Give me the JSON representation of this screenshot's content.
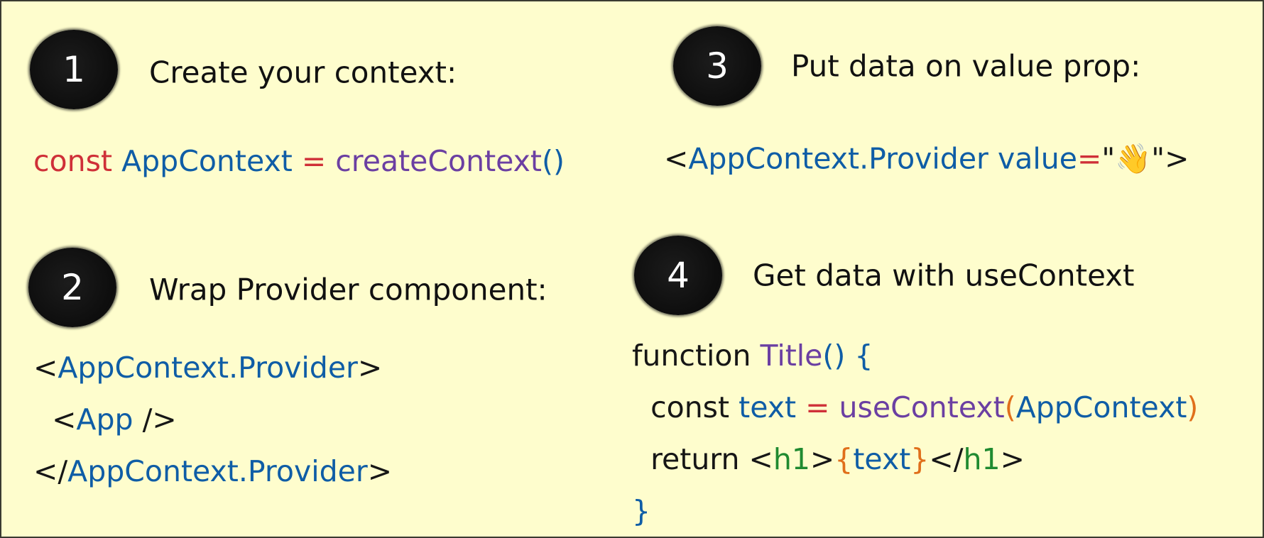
{
  "colors": {
    "red": "#cf3038",
    "blue": "#0f5da6",
    "purple": "#6b3fa2",
    "green": "#1f8a30",
    "orange": "#e06f1b",
    "black": "#161616"
  },
  "steps": [
    {
      "number": "1",
      "title": "Create your context:",
      "code": [
        [
          [
            "const ",
            "red"
          ],
          [
            "AppContext ",
            "blue"
          ],
          [
            "= ",
            "red"
          ],
          [
            "createContext",
            "purple"
          ],
          [
            "()",
            "blue"
          ]
        ]
      ]
    },
    {
      "number": "2",
      "title": "Wrap Provider component:",
      "code": [
        [
          [
            "<",
            "black"
          ],
          [
            "AppContext.Provider",
            "blue"
          ],
          [
            ">",
            "black"
          ]
        ],
        [
          [
            "  <",
            "black"
          ],
          [
            "App ",
            "blue"
          ],
          [
            "/>",
            "black"
          ]
        ],
        [
          [
            "</",
            "black"
          ],
          [
            "AppContext.Provider",
            "blue"
          ],
          [
            ">",
            "black"
          ]
        ]
      ]
    },
    {
      "number": "3",
      "title": "Put data on value prop:",
      "code": [
        [
          [
            "<",
            "black"
          ],
          [
            "AppContext.Provider ",
            "blue"
          ],
          [
            "value",
            "blue"
          ],
          [
            "=",
            "red"
          ],
          [
            "\"👋\"",
            "black"
          ],
          [
            ">",
            "black"
          ]
        ]
      ]
    },
    {
      "number": "4",
      "title": "Get data with useContext",
      "code": [
        [
          [
            "function ",
            "black"
          ],
          [
            "Title",
            "purple"
          ],
          [
            "() {",
            "blue"
          ]
        ],
        [
          [
            "  const ",
            "black"
          ],
          [
            "text ",
            "blue"
          ],
          [
            "= ",
            "red"
          ],
          [
            "useContext",
            "purple"
          ],
          [
            "(",
            "orange"
          ],
          [
            "AppContext",
            "blue"
          ],
          [
            ")",
            "orange"
          ]
        ],
        [
          [
            "  return ",
            "black"
          ],
          [
            "<",
            "black"
          ],
          [
            "h1",
            "green"
          ],
          [
            ">",
            "black"
          ],
          [
            "{",
            "orange"
          ],
          [
            "text",
            "blue"
          ],
          [
            "}",
            "orange"
          ],
          [
            "</",
            "black"
          ],
          [
            "h1",
            "green"
          ],
          [
            ">",
            "black"
          ]
        ],
        [
          [
            "}",
            "blue"
          ]
        ]
      ]
    }
  ]
}
